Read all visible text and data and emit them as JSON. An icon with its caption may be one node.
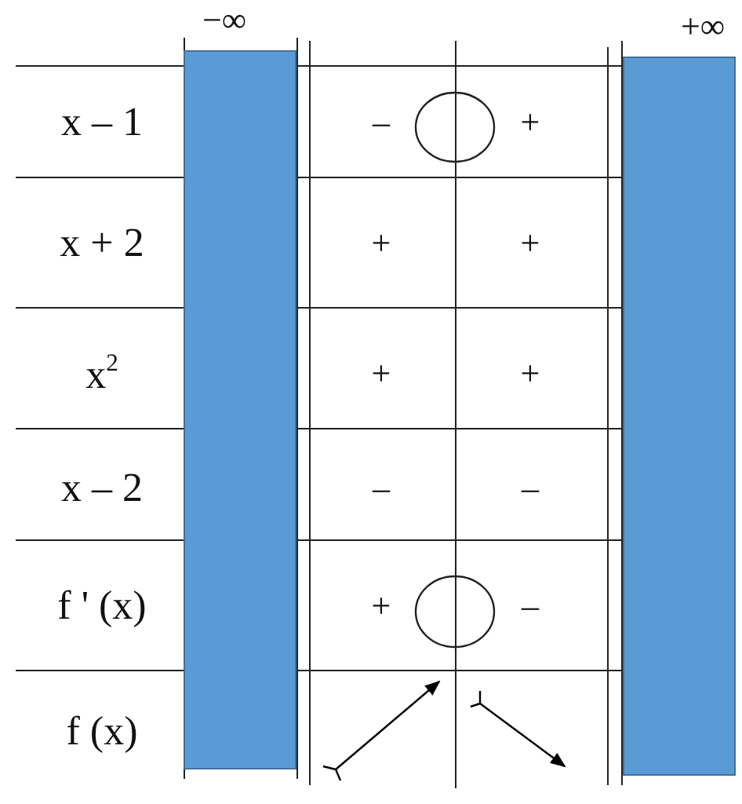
{
  "diagram": {
    "nodes": [
      {
        "text": [],
        "shape": "bar"
      },
      {
        "text": [],
        "shape": "circle"
      },
      {
        "text": [],
        "shape": "circle"
      },
      {
        "text": [],
        "shape": "bar"
      }
    ],
    "labels": [
      "−∞",
      "+∞",
      "x – 1",
      "–",
      "+",
      "x + 2",
      "+",
      "+",
      "x$^{2}$",
      "+",
      "+",
      "x – 2",
      "–",
      "–",
      "f ' (x)",
      "+",
      "–",
      "f (x)"
    ]
  }
}
